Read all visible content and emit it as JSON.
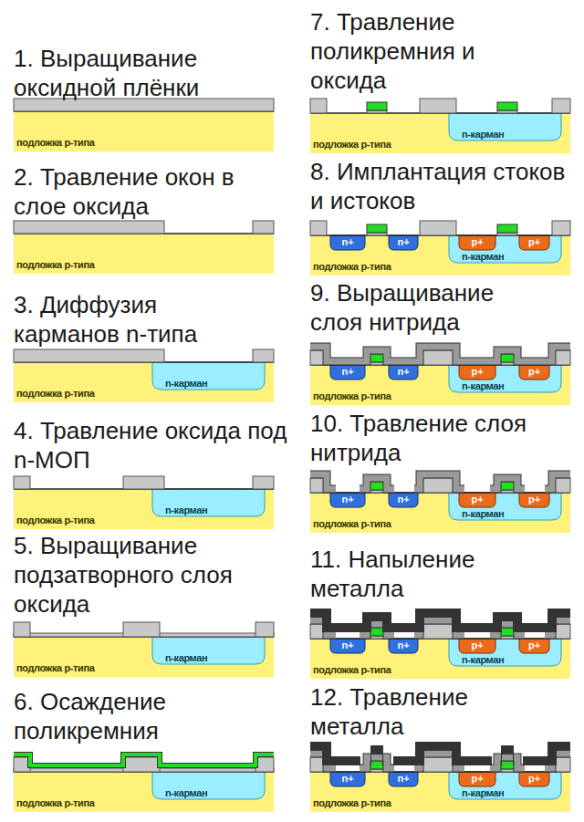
{
  "diagram": {
    "labels": [
      "1. Выращивание оксидной плёнки",
      "подложка p-типа",
      "2. Травление окон в слое оксида",
      "подложка p-типа",
      "3. Диффузия карманов n-типа",
      "подложка p-типа",
      "n-карман",
      "4. Травление оксида под n-МОП",
      "подложка p-типа",
      "n-карман",
      "5. Выращивание подзатворного слоя оксида",
      "подложка p-типа",
      "n-карман",
      "6. Осаждение поликремния",
      "подложка p-типа",
      "n-карман",
      "7. Травление поликремния и оксида",
      "подложка p-типа",
      "n-карман",
      "8. Имплантация стоков и истоков",
      "подложка p-типа",
      "n-карман",
      "n+",
      "n+",
      "p+",
      "p+",
      "9. Выращивание слоя нитрида",
      "подложка p-типа",
      "n-карман",
      "n+",
      "n+",
      "p+",
      "p+",
      "10. Травление слоя нитрида",
      "подложка p-типа",
      "n-карман",
      "n+",
      "n+",
      "p+",
      "p+",
      "11. Напыление металла",
      "подложка p-типа",
      "n-карман",
      "n+",
      "n+",
      "p+",
      "p+",
      "12. Травление металла",
      "подложка p-типа",
      "n-карман",
      "n+",
      "n+",
      "p+",
      "p+"
    ]
  }
}
